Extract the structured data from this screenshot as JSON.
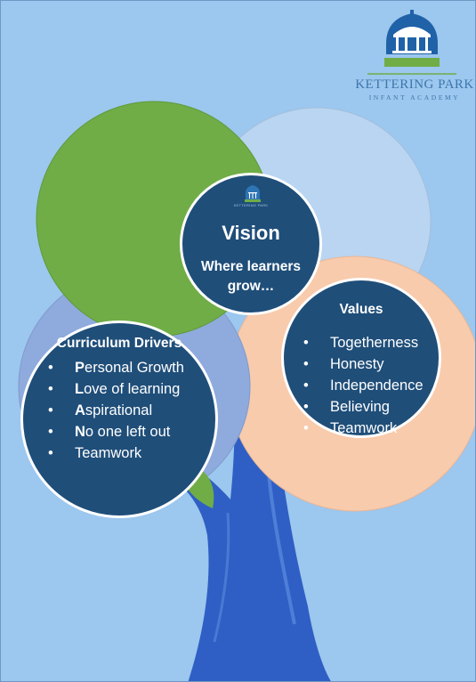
{
  "colors": {
    "background": "#9cc7ee",
    "green_leaf": "#70ad47",
    "light_blue_leaf": "#b9d5f1",
    "peach_leaf": "#f8cbad",
    "periwinkle_leaf": "#8faadc",
    "trunk": "#2f5fc4",
    "bubble": "#1f4e79"
  },
  "logo": {
    "name": "KETTERING PARK",
    "subtitle": "INFANT ACADEMY"
  },
  "vision": {
    "mini_logo_caption": "KETTERING PARK",
    "title": "Vision",
    "subtitle": "Where learners grow…"
  },
  "values": {
    "title": "Values",
    "items": [
      "Togetherness",
      "Honesty",
      "Independence",
      "Believing",
      "Teamwork"
    ]
  },
  "curriculum_drivers": {
    "title": "Curriculum Drivers",
    "items": [
      {
        "initial": "P",
        "rest": "ersonal Growth"
      },
      {
        "initial": "L",
        "rest": "ove of learning"
      },
      {
        "initial": "A",
        "rest": "spirational"
      },
      {
        "initial": "N",
        "rest": "o one left out"
      },
      {
        "initial": "",
        "rest": "Teamwork"
      }
    ]
  }
}
